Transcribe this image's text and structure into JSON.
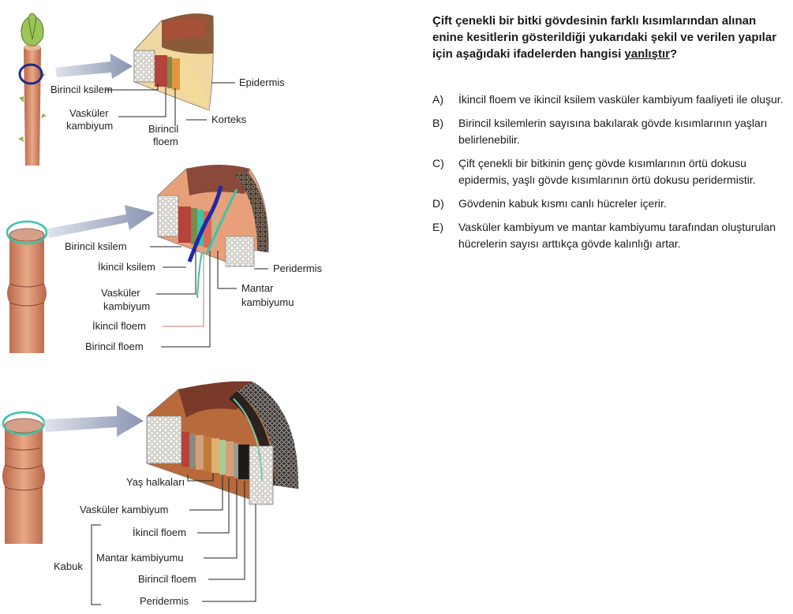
{
  "diagram": {
    "panel1": {
      "labels": {
        "birincil_ksilem": "Birincil ksilem",
        "epidermis": "Epidermis",
        "vaskuler": "Vasküler",
        "kambiyum": "kambiyum",
        "korteks": "Korteks",
        "birincil": "Birincil",
        "floem": "floem"
      }
    },
    "panel2": {
      "labels": {
        "birincil_ksilem": "Birincil ksilem",
        "ikincil_ksilem": "İkincil ksilem",
        "peridermis": "Peridermis",
        "vaskuler": "Vasküler",
        "kambiyum": "kambiyum",
        "mantar": "Mantar",
        "kambiyumu": "kambiyumu",
        "ikincil_floem": "İkincil floem",
        "birincil_floem": "Birincil floem"
      }
    },
    "panel3": {
      "labels": {
        "yas_halkalari": "Yaş halkaları",
        "vaskuler_kambiyum": "Vasküler kambiyum",
        "ikincil_floem": "İkincil floem",
        "mantar_kambiyumu": "Mantar kambiyumu",
        "kabuk": "Kabuk",
        "birincil_floem": "Birincil floem",
        "peridermis": "Peridermis"
      }
    }
  },
  "question": {
    "text": "Çift çenekli bir bitki gövdesinin farklı kısımlarından alınan enine kesitlerin gösterildiği yukarıdaki şekil ve verilen yapılar için aşağıdaki ifadelerden hangisi",
    "emphasis": "yanlıştır",
    "mark": "?"
  },
  "options": [
    {
      "letter": "A)",
      "text": "İkincil floem ve ikincil ksilem vasküler kambiyum faaliyeti ile oluşur."
    },
    {
      "letter": "B)",
      "text": "Birincil ksilemlerin sayısına bakılarak gövde kısımlarının yaşları belirlenebilir."
    },
    {
      "letter": "C)",
      "text": "Çift çenekli bir bitkinin genç gövde kısımlarının örtü dokusu epidermis, yaşlı gövde kısımlarının örtü dokusu peridermistir."
    },
    {
      "letter": "D)",
      "text": "Gövdenin kabuk kısmı canlı hücreler içerir."
    },
    {
      "letter": "E)",
      "text": "Vasküler kambiyum ve mantar kambiyumu tarafından oluşturulan hücrelerin sayısı arttıkça gövde kalınlığı artar."
    }
  ]
}
